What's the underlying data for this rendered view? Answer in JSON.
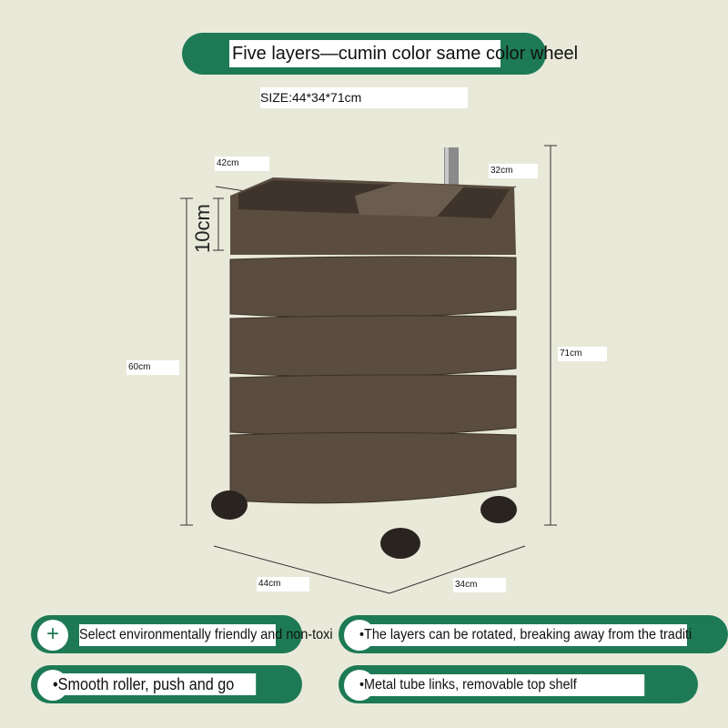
{
  "header": {
    "title": "Five layers—cumin color   same color wheel",
    "size": "SIZE:44*34*71cm"
  },
  "dimensions": {
    "top_width": "42cm",
    "top_depth": "32cm",
    "layer_height": "10cm",
    "body_height": "60cm",
    "total_height": "71cm",
    "base_width": "44cm",
    "base_depth": "34cm"
  },
  "features": [
    {
      "icon": "plus-icon",
      "text": "Select environmentally friendly and non-toxi"
    },
    {
      "icon": "bullet-icon",
      "text": "•The layers can be rotated, breaking away from the traditi"
    },
    {
      "icon": "bullet-icon",
      "text": "•Smooth roller, push and go"
    },
    {
      "icon": "bullet-icon",
      "text": "•Metal tube links, removable top shelf"
    }
  ],
  "colors": {
    "accent": "#1d7a55",
    "background": "#e9e9da",
    "cabinet": "#5a4d40"
  }
}
